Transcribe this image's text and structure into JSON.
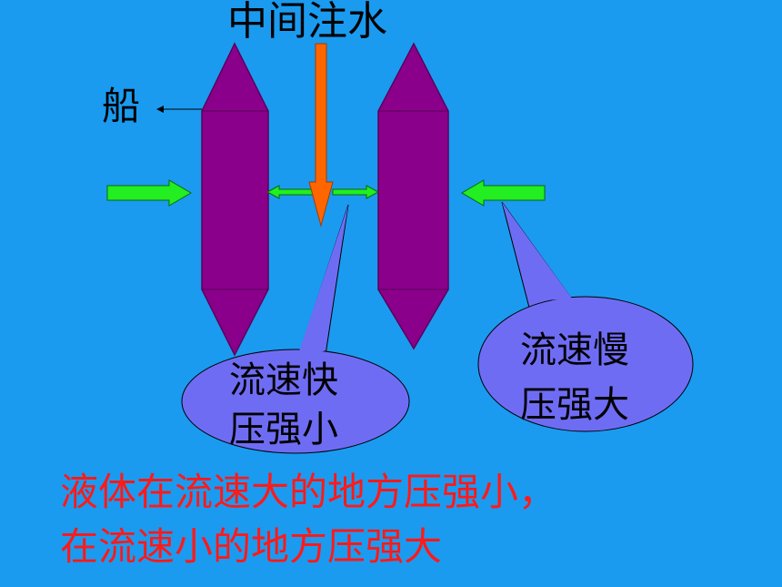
{
  "title": "中间注水",
  "boat_label": "船",
  "bubble_left": {
    "line1": "流速快",
    "line2": "压强小"
  },
  "bubble_right": {
    "line1": "流速慢",
    "line2": "压强大"
  },
  "conclusion": {
    "line1": "液体在流速大的地方压强小，",
    "line2": "在流速小的地方压强大"
  },
  "colors": {
    "background": "#1a9bf0",
    "boat": "#8b008b",
    "water_arrow": "#ff6600",
    "force_arrow": "#22ee22",
    "bubble": "#6f6cf4",
    "conclusion_text": "#ff1a1a"
  }
}
